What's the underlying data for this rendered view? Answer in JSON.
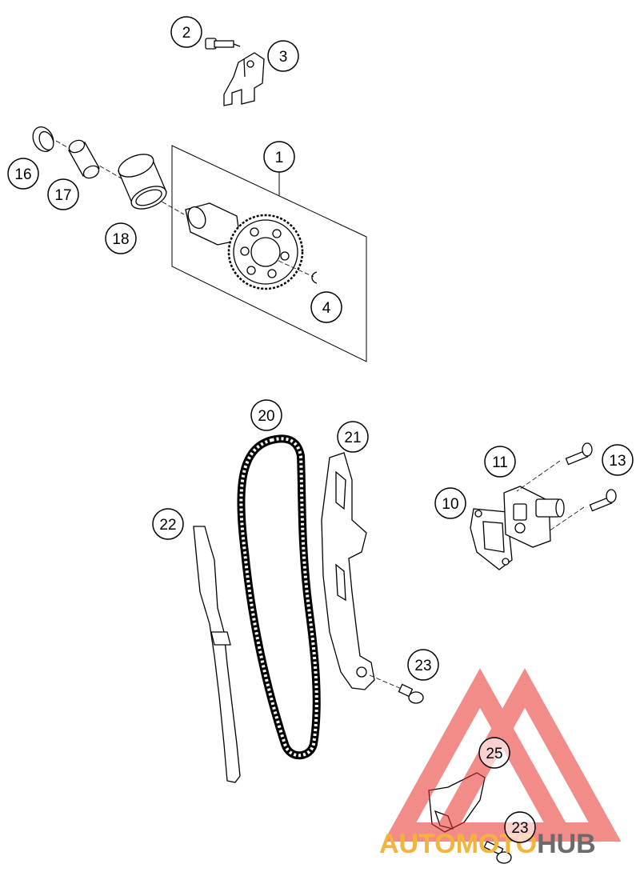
{
  "diagram": {
    "callouts": [
      {
        "id": "c2",
        "label": "2"
      },
      {
        "id": "c3",
        "label": "3"
      },
      {
        "id": "c1",
        "label": "1"
      },
      {
        "id": "c16",
        "label": "16"
      },
      {
        "id": "c17",
        "label": "17"
      },
      {
        "id": "c18",
        "label": "18"
      },
      {
        "id": "c4",
        "label": "4"
      },
      {
        "id": "c20",
        "label": "20"
      },
      {
        "id": "c21",
        "label": "21"
      },
      {
        "id": "c11",
        "label": "11"
      },
      {
        "id": "c13",
        "label": "13"
      },
      {
        "id": "c10",
        "label": "10"
      },
      {
        "id": "c22",
        "label": "22"
      },
      {
        "id": "c23a",
        "label": "23"
      },
      {
        "id": "c25",
        "label": "25"
      },
      {
        "id": "c23b",
        "label": "23"
      }
    ]
  },
  "watermark": {
    "word_left": "AUTOMOTO",
    "word_right": "HUB",
    "color_left": "#f4b43c",
    "color_right": "#6b6b6b",
    "triangle_color": "#e8302a"
  }
}
